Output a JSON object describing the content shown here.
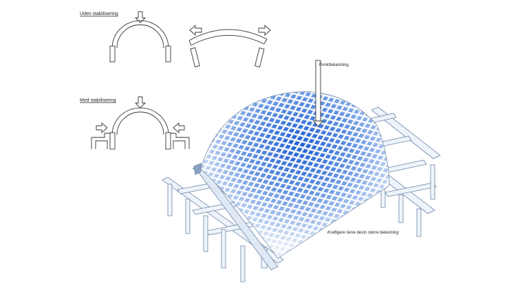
{
  "labels": {
    "without_stabilization": "Uden stabilisering",
    "with_stabilization": "Med stabilisering",
    "point_load": "Punktbelastning",
    "legend_note": "Kraftigere farve desto større belastning"
  },
  "colors": {
    "ink": "#333333",
    "load_high": "#1f5fd6",
    "load_low": "#d9e4f1",
    "frame_fill": "#eef4fb",
    "frame_stroke": "#6e86a6"
  },
  "icons": [
    "arrow-down-icon",
    "arrow-left-icon",
    "arrow-right-icon"
  ]
}
